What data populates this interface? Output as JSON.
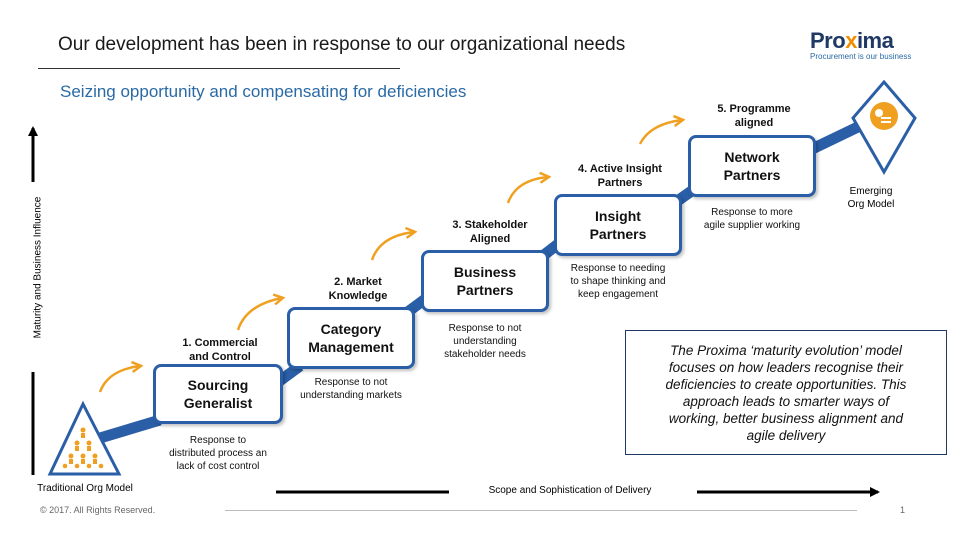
{
  "header": {
    "title": "Our development  has been in response to our organizational  needs",
    "subtitle": "Seizing opportunity and compensating for deficiencies"
  },
  "logo": {
    "name_prefix": "Pro",
    "name_x": "x",
    "name_suffix": "ima",
    "tagline": "Procurement is our business"
  },
  "axes": {
    "y_label": "Maturity and Business Influence",
    "x_label": "Scope and Sophistication of Delivery"
  },
  "start_node": {
    "label": "Traditional Org Model"
  },
  "end_node": {
    "label": "Emerging\nOrg Model"
  },
  "stages": [
    {
      "label": "1. Commercial\nand Control",
      "box": "Sourcing\nGeneralist",
      "response": "Response to\ndistributed process an\nlack of cost control"
    },
    {
      "label": "2. Market\nKnowledge",
      "box": "Category\nManagement",
      "response": "Response to not\nunderstanding markets"
    },
    {
      "label": "3. Stakeholder\nAligned",
      "box": "Business\nPartners",
      "response": "Response to not\nunderstanding\nstakeholder needs"
    },
    {
      "label": "4. Active Insight\nPartners",
      "box": "Insight\nPartners",
      "response": "Response to needing\nto shape thinking and\nkeep engagement"
    },
    {
      "label": "5. Programme\naligned",
      "box": "Network\nPartners",
      "response": "Response to more\nagile supplier working"
    }
  ],
  "note": "The Proxima ‘maturity evolution’  model\nfocuses on how leaders recognise their\ndeficiencies to create opportunities. This\napproach leads to smarter ways  of\nworking,  better business alignment and\nagile delivery",
  "footer": {
    "copyright": "© 2017. All Rights Reserved.",
    "page_number": "1"
  },
  "colors": {
    "accent_blue": "#2a5fa8",
    "accent_orange": "#f0a020",
    "title_rule": "#333333"
  }
}
